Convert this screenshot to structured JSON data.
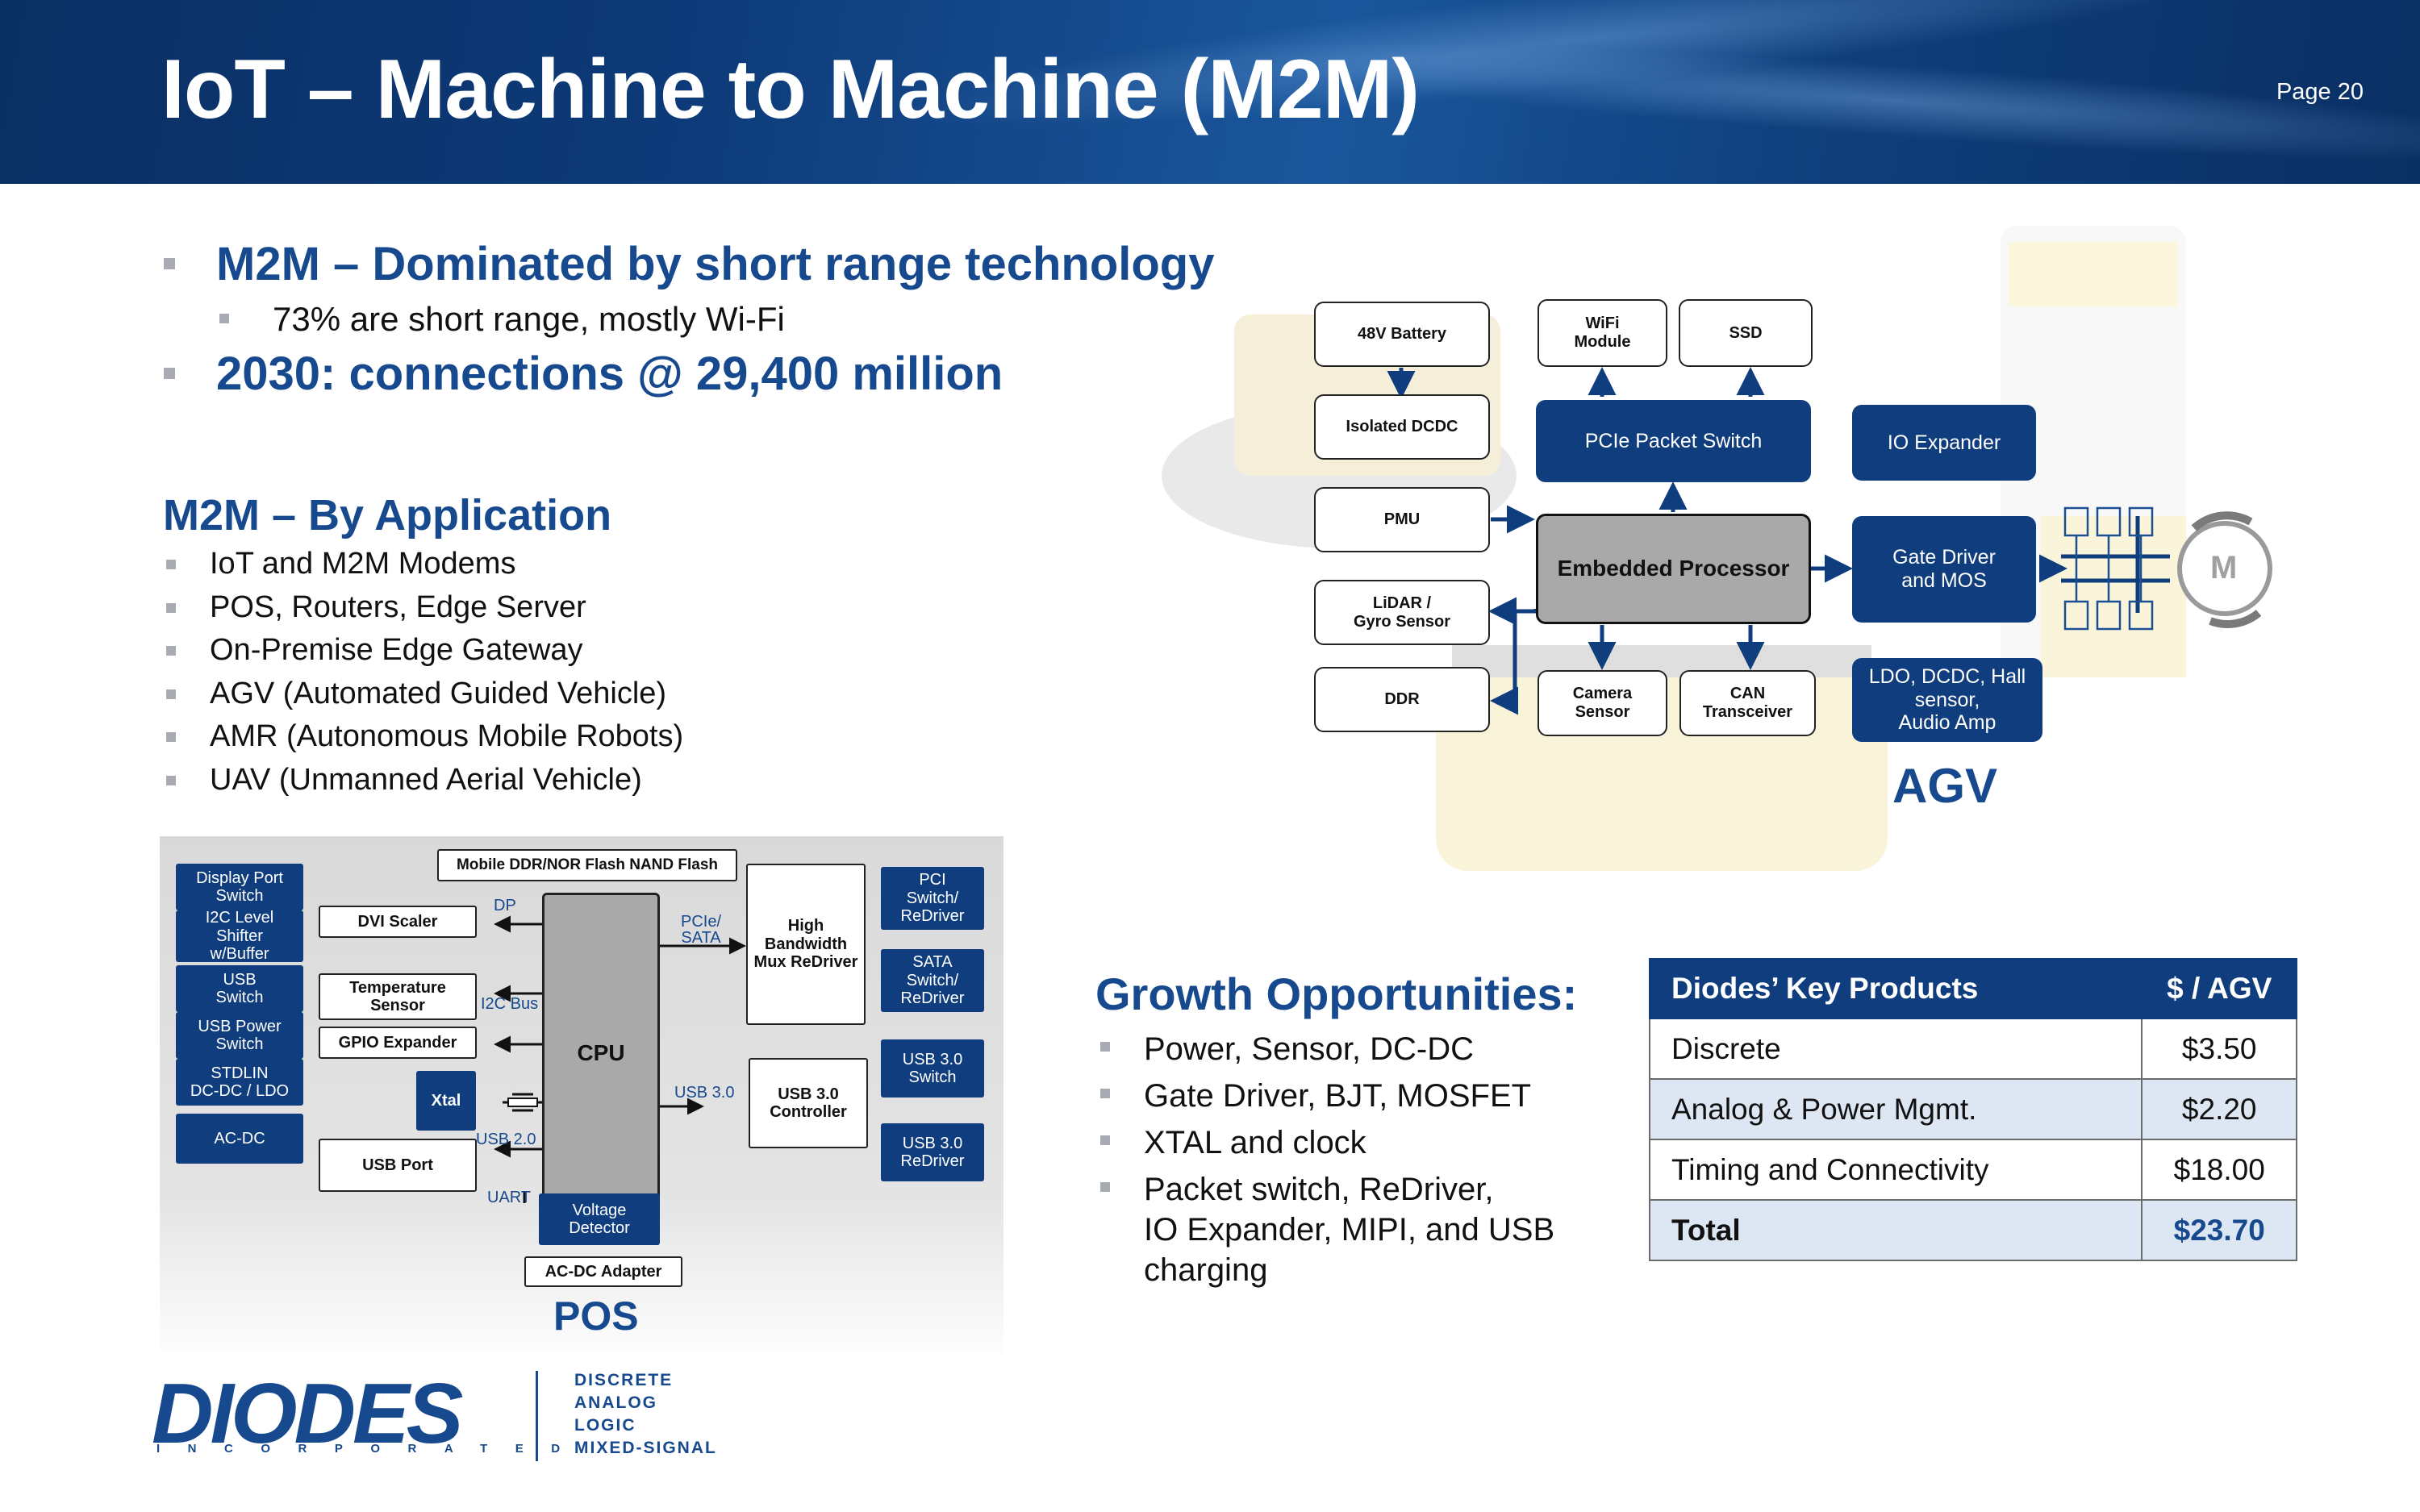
{
  "header": {
    "title": "IoT – Machine to Machine (M2M)",
    "page": "Page 20"
  },
  "bullets": {
    "b1": "M2M – Dominated by short range technology",
    "b1_sub": "73% are short range, mostly Wi-Fi",
    "b2": "2030: connections @ 29,400 million"
  },
  "by_application": {
    "heading": "M2M – By Application",
    "items": [
      "IoT and M2M Modems",
      "POS, Routers, Edge Server",
      "On-Premise Edge Gateway",
      "AGV (Automated Guided Vehicle)",
      "AMR (Autonomous Mobile Robots)",
      "UAV (Unmanned Aerial Vehicle)"
    ]
  },
  "agv": {
    "label": "AGV",
    "battery": "48V Battery",
    "dcdc": "Isolated DCDC",
    "pmu": "PMU",
    "lidar": "LiDAR /\nGyro Sensor",
    "ddr": "DDR",
    "wifi": "WiFi\nModule",
    "ssd": "SSD",
    "pcie_switch": "PCIe Packet Switch",
    "processor": "Embedded Processor",
    "camera": "Camera\nSensor",
    "can": "CAN\nTransceiver",
    "io_expander": "IO Expander",
    "gate_driver": "Gate Driver\nand MOS",
    "ldo": "LDO, DCDC, Hall\nsensor,\nAudio Amp",
    "motor": "M"
  },
  "pos": {
    "label": "POS",
    "left_boxes": [
      "Display Port\nSwitch",
      "I2C Level\nShifter\nw/Buffer",
      "USB\nSwitch",
      "USB Power\nSwitch",
      "STDLIN\nDC-DC / LDO",
      "AC-DC"
    ],
    "right_boxes": [
      "PCI\nSwitch/\nReDriver",
      "SATA\nSwitch/\nReDriver",
      "USB 3.0\nSwitch",
      "USB 3.0\nReDriver"
    ],
    "flash": "Mobile DDR/NOR Flash NAND Flash",
    "dvi": "DVI Scaler",
    "temp": "Temperature\nSensor",
    "gpio": "GPIO Expander",
    "xtal": "Xtal",
    "usb_port": "USB Port",
    "cpu": "CPU",
    "hbmux": "High\nBandwidth\nMux ReDriver",
    "usb3ctrl": "USB 3.0\nController",
    "voltage": "Voltage\nDetector",
    "acdc_adapter": "AC-DC Adapter",
    "lbl_dp": "DP",
    "lbl_i2c": "I2C Bus",
    "lbl_usb2": "USB 2.0",
    "lbl_uart": "UART",
    "lbl_pcie": "PCIe/\nSATA",
    "lbl_usb3": "USB 3.0"
  },
  "growth": {
    "heading": "Growth Opportunities:",
    "items": [
      "Power, Sensor, DC-DC",
      "Gate Driver, BJT, MOSFET",
      "XTAL and clock",
      "Packet switch, ReDriver,\nIO Expander, MIPI, and USB\ncharging"
    ]
  },
  "key_products": {
    "headers": [
      "Diodes’ Key Products",
      "$ / AGV"
    ],
    "rows": [
      [
        "Discrete",
        "$3.50"
      ],
      [
        "Analog & Power Mgmt.",
        "$2.20"
      ],
      [
        "Timing and Connectivity",
        "$18.00"
      ],
      [
        "Total",
        "$23.70"
      ]
    ]
  },
  "logo": {
    "word": "DIODES",
    "sub": "INCORPORATED",
    "tags": [
      "DISCRETE",
      "ANALOG",
      "LOGIC",
      "MIXED-SIGNAL"
    ]
  },
  "colors": {
    "brand_blue": "#0f3d7d",
    "heading_blue": "#17498e",
    "header_bg": "#0d3a78",
    "cpu_grey": "#a9a9a9"
  }
}
